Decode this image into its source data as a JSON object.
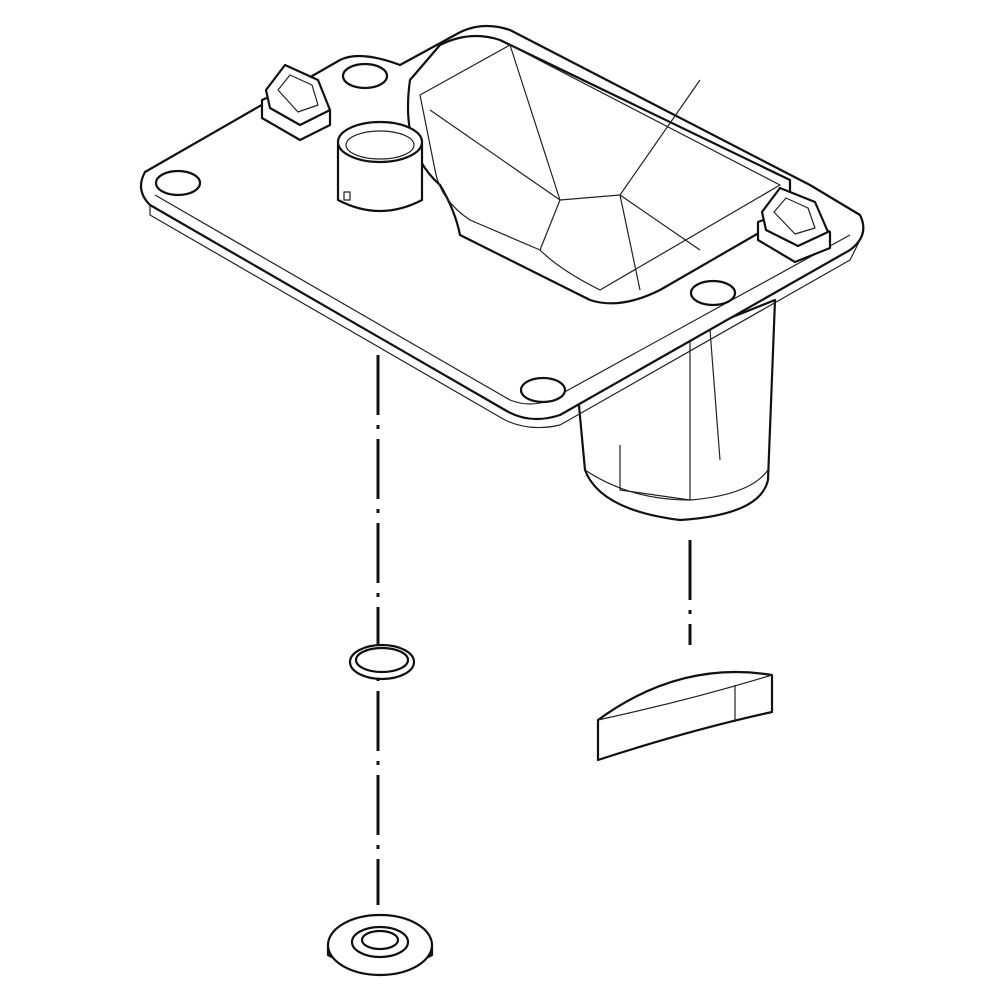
{
  "diagram": {
    "line_color": "#111111",
    "background": "#ffffff",
    "parts": [
      "dispenser-housing",
      "o-ring",
      "seal-grommet",
      "band-clamp"
    ]
  }
}
